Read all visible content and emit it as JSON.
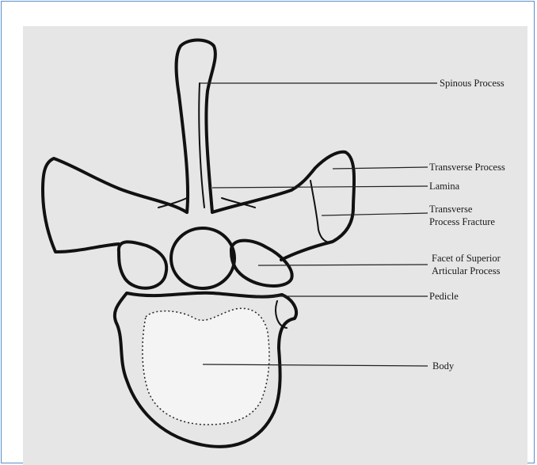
{
  "labels": {
    "spinous_process": "Spinous Process",
    "transverse_process": "Transverse Process",
    "lamina": "Lamina",
    "transverse_fracture_line1": "Transverse",
    "transverse_fracture_line2": "Process Fracture",
    "facet_line1": "Facet of Superior",
    "facet_line2": "Articular Process",
    "pedicle": "Pedicle",
    "body": "Body"
  },
  "colors": {
    "frame_border": "#5b8fc7",
    "panel_background": "#e6e6e6",
    "ink": "#111111"
  }
}
